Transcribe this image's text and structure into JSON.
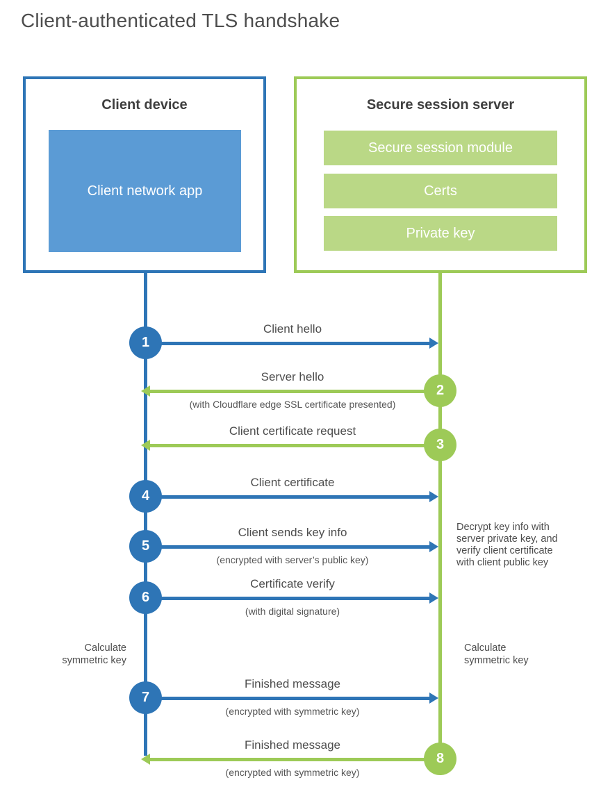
{
  "title": "Client-authenticated TLS handshake",
  "colors": {
    "blue": "#2e75b6",
    "blue_fill": "#5b9bd5",
    "green": "#9dca57",
    "green_fill": "#bad886",
    "text_title": "#4d4d4d",
    "text_heading": "#3f3f3f",
    "text_label": "#4d4d4d",
    "text_sub": "#555555"
  },
  "client_box": {
    "title": "Client device",
    "app_label": "Client network app"
  },
  "server_box": {
    "title": "Secure session server",
    "modules": [
      "Secure session module",
      "Certs",
      "Private key"
    ]
  },
  "steps": [
    {
      "num": "1",
      "from": "client",
      "direction": "right",
      "label": "Client hello",
      "sub": ""
    },
    {
      "num": "2",
      "from": "server",
      "direction": "left",
      "label": "Server hello",
      "sub": "(with Cloudflare edge SSL certificate presented)"
    },
    {
      "num": "3",
      "from": "server",
      "direction": "left",
      "label": "Client certificate request",
      "sub": ""
    },
    {
      "num": "4",
      "from": "client",
      "direction": "right",
      "label": "Client certificate",
      "sub": ""
    },
    {
      "num": "5",
      "from": "client",
      "direction": "right",
      "label": "Client sends key info",
      "sub": "(encrypted with server’s public key)"
    },
    {
      "num": "6",
      "from": "client",
      "direction": "right",
      "label": "Certificate verify",
      "sub": "(with digital signature)"
    },
    {
      "num": "7",
      "from": "client",
      "direction": "right",
      "label": "Finished message",
      "sub": "(encrypted with symmetric key)"
    },
    {
      "num": "8",
      "from": "server",
      "direction": "left",
      "label": "Finished message",
      "sub": "(encrypted with symmetric key)"
    }
  ],
  "notes": {
    "client_calculate": "Calculate symmetric key",
    "server_calculate": "Calculate symmetric key",
    "server_decrypt": "Decrypt key info with server private key, and verify client certificate with client public key"
  }
}
